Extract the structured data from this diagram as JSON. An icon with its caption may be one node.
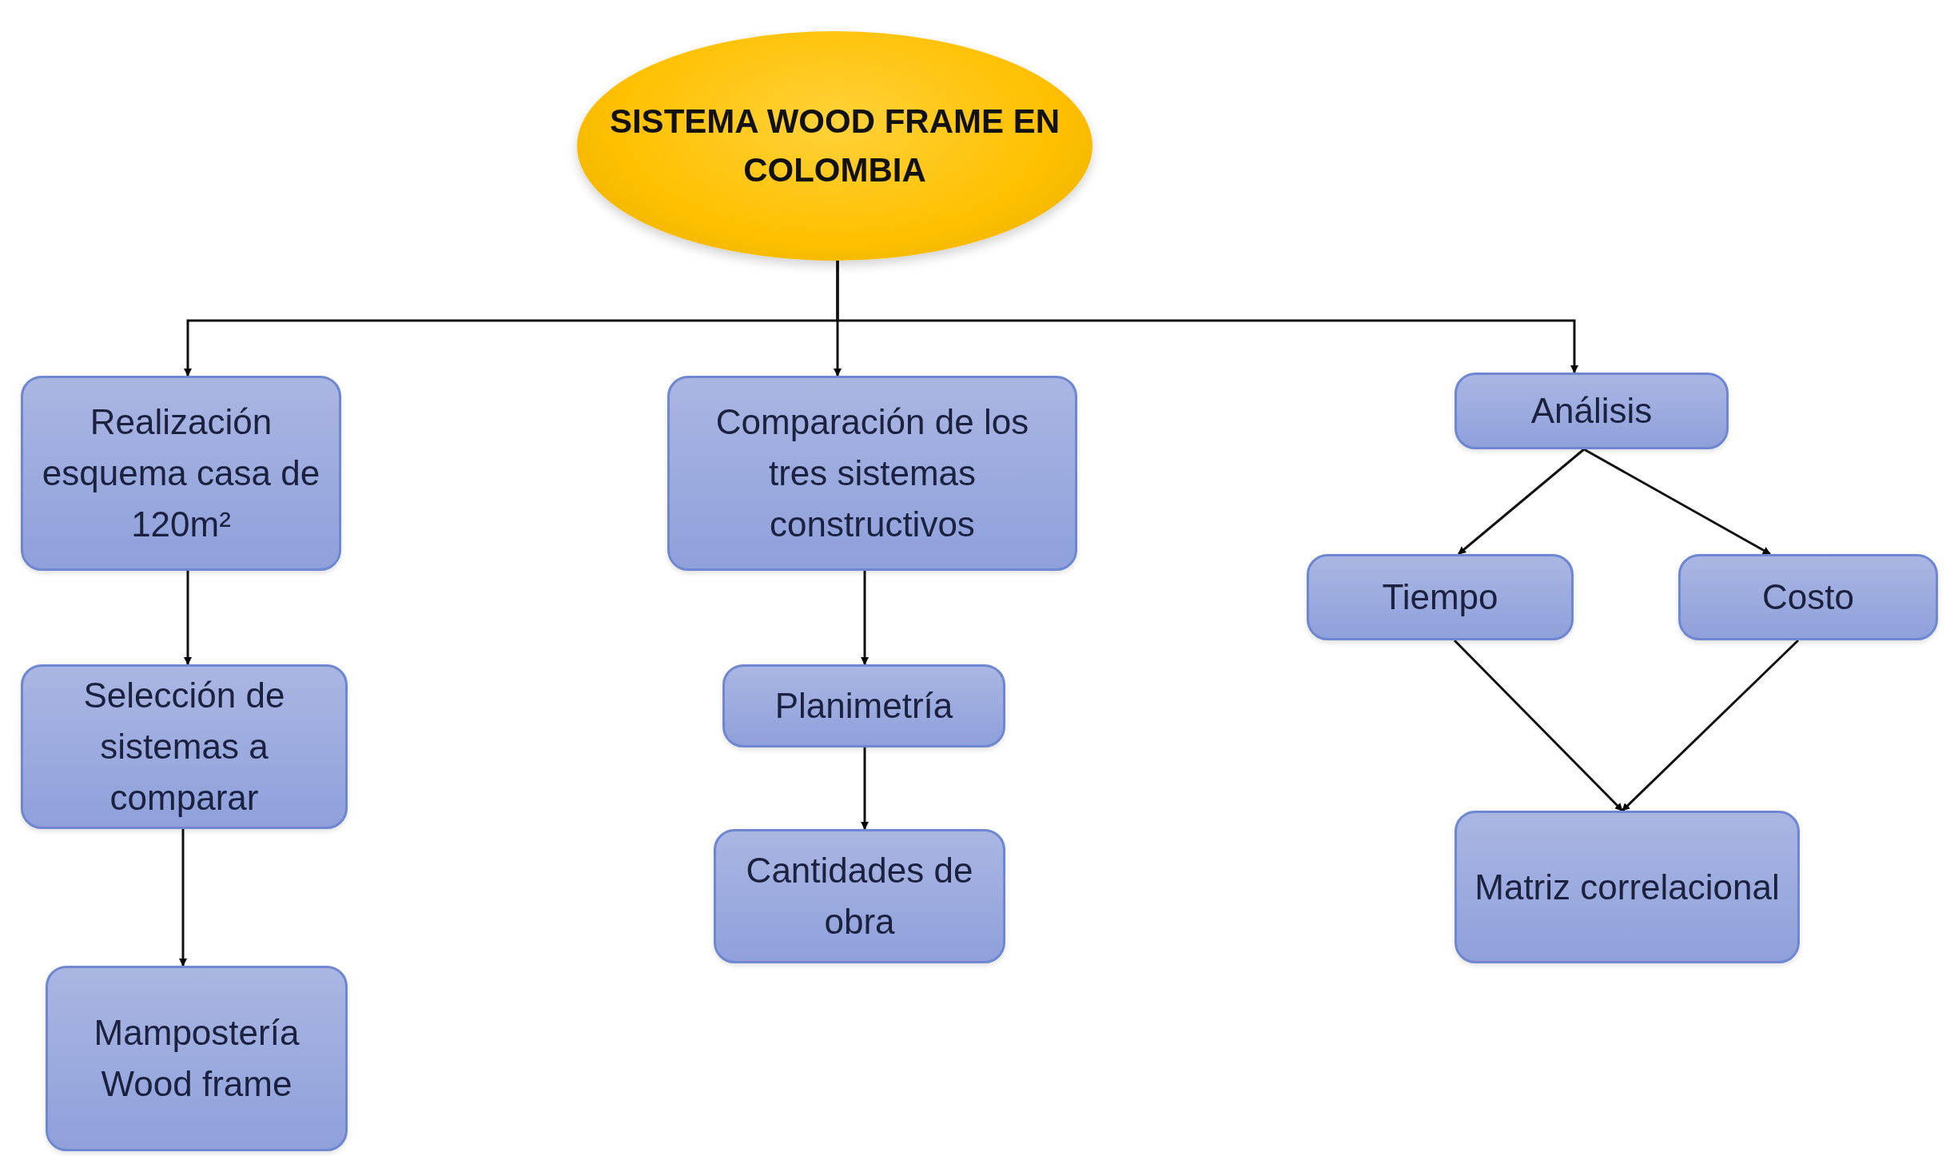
{
  "diagram": {
    "nodes": [
      {
        "text": [
          "SISTEMA WOOD FRAME EN COLOMBIA"
        ]
      },
      {
        "text": [
          "Realización esquema casa de 120m²"
        ]
      },
      {
        "text": [
          "Selección de sistemas a comparar"
        ]
      },
      {
        "text": [
          "Mampostería Wood frame"
        ]
      },
      {
        "text": [
          "Comparación de los tres sistemas constructivos"
        ]
      },
      {
        "text": [
          "Planimetría"
        ]
      },
      {
        "text": [
          "Cantidades de obra"
        ]
      },
      {
        "text": [
          "Análisis"
        ]
      },
      {
        "text": [
          "Tiempo"
        ]
      },
      {
        "text": [
          "Costo"
        ]
      },
      {
        "text": [
          "Matriz correlacional"
        ]
      }
    ],
    "edges": [
      {
        "from": 0,
        "to": 1,
        "arrow": "to"
      },
      {
        "from": 0,
        "to": 4,
        "arrow": "to"
      },
      {
        "from": 0,
        "to": 7,
        "arrow": "to"
      },
      {
        "from": 1,
        "to": 2,
        "arrow": "to"
      },
      {
        "from": 2,
        "to": 3,
        "arrow": "to"
      },
      {
        "from": 4,
        "to": 5,
        "arrow": "to"
      },
      {
        "from": 5,
        "to": 6,
        "arrow": "to"
      },
      {
        "from": 7,
        "to": 8,
        "arrow": "to"
      },
      {
        "from": 7,
        "to": 9,
        "arrow": "to"
      },
      {
        "from": 8,
        "to": 10,
        "arrow": "to"
      },
      {
        "from": 9,
        "to": 10,
        "arrow": "to"
      }
    ]
  }
}
